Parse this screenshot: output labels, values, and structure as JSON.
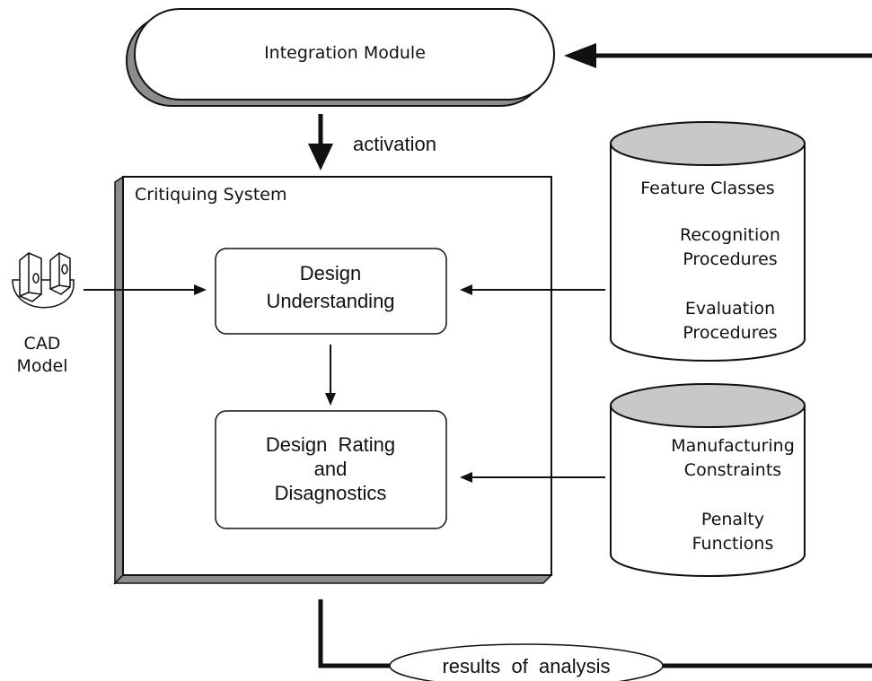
{
  "integration_module": {
    "label": "Integration Module"
  },
  "activation": {
    "label": "activation"
  },
  "critiquing_system": {
    "title": "Critiquing System"
  },
  "design_understanding": {
    "line1": "Design",
    "line2": "Understanding"
  },
  "design_rating": {
    "line1": "Design  Rating",
    "line2": "and",
    "line3": "Disagnostics"
  },
  "cad_model": {
    "line1": "CAD",
    "line2": "Model",
    "icon": "cad-part-icon"
  },
  "knowledge_base_1": {
    "items": [
      "Feature Classes",
      "Recognition",
      "Procedures",
      "Evaluation",
      "Procedures"
    ]
  },
  "knowledge_base_2": {
    "items": [
      "Manufacturing",
      "Constraints",
      "Penalty",
      "Functions"
    ]
  },
  "results": {
    "label": "results  of  analysis"
  },
  "colors": {
    "stroke": "#111111",
    "shadow": "#8c8c8c",
    "cylinder_top": "#c8c8c8",
    "fill": "#ffffff"
  }
}
